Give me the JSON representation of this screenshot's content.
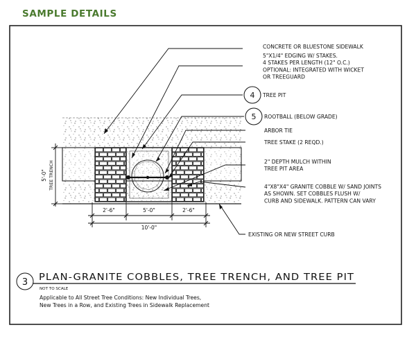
{
  "header": {
    "title": "SAMPLE DETAILS",
    "color": "#4a7a2e"
  },
  "callouts": [
    {
      "id": "sidewalk",
      "lines": [
        "CONCRETE OR BLUESTONE SIDEWALK"
      ]
    },
    {
      "id": "edging",
      "lines": [
        "5\"X1/4\" EDGING W/ STAKES.",
        "4 STAKES PER LENGTH (12\" O.C.)",
        "OPTIONAL: INTEGRATED WITH WICKET",
        "OR TREEGUARD"
      ]
    },
    {
      "id": "tree-pit",
      "number": "4",
      "lines": [
        "TREE PIT"
      ]
    },
    {
      "id": "rootball",
      "number": "5",
      "lines": [
        "ROOTBALL (BELOW GRADE)"
      ]
    },
    {
      "id": "arbor-tie",
      "lines": [
        "ARBOR TIE"
      ]
    },
    {
      "id": "tree-stake",
      "lines": [
        "TREE STAKE (2 REQD.)"
      ]
    },
    {
      "id": "mulch",
      "lines": [
        "2\" DEPTH MULCH WITHIN",
        "TREE PIT AREA"
      ]
    },
    {
      "id": "cobble",
      "lines": [
        "4\"X8\"X4\" GRANITE COBBLE W/ SAND JOINTS",
        "AS SHOWN. SET COBBLES FLUSH W/",
        "CURB AND SIDEWALK. PATTERN CAN VARY"
      ]
    },
    {
      "id": "curb",
      "lines": [
        "EXISTING OR NEW STREET CURB"
      ]
    }
  ],
  "dimensions": {
    "vertical_depth": "5'-0\"",
    "vertical_label": "TREE TRENCH",
    "left_segment": "2'-6\"",
    "center_segment": "5'-0\"",
    "right_segment": "2'-6\"",
    "total": "10'-0\""
  },
  "title_block": {
    "number": "3",
    "title": "PLAN-GRANITE COBBLES, TREE TRENCH, AND TREE PIT",
    "scale": "NOT TO SCALE",
    "notes": [
      "Applicable to All Street Tree Conditions: New Individual Trees,",
      "New Trees in a Row, and Existing Trees in Sidewalk Replacement"
    ]
  }
}
